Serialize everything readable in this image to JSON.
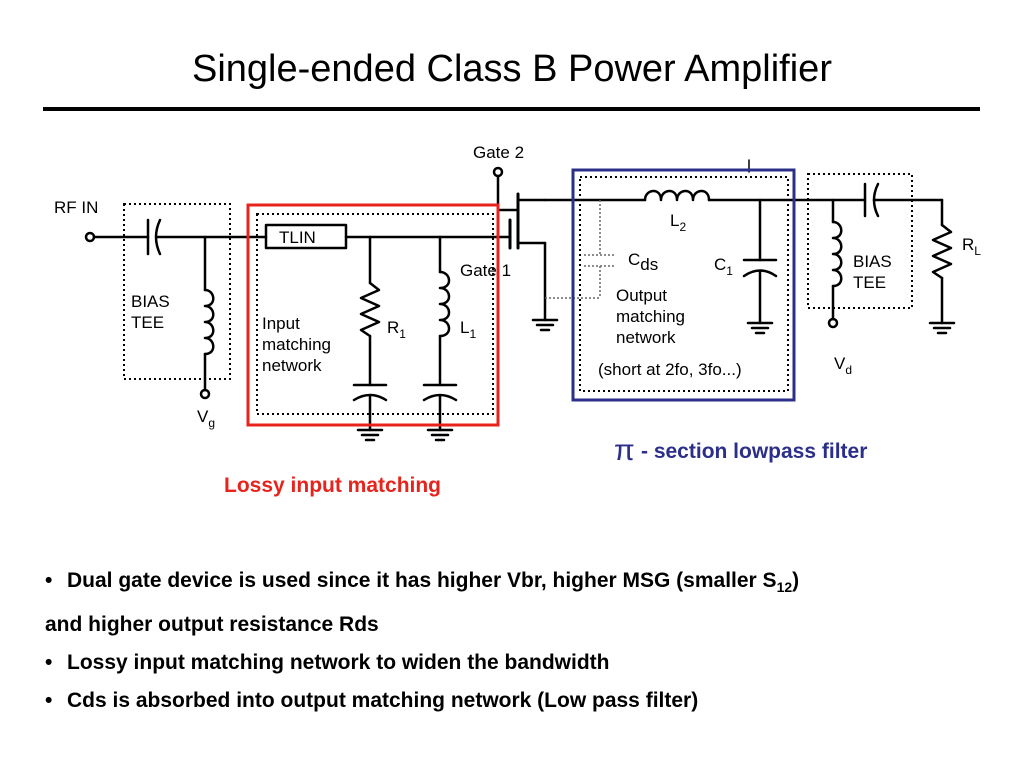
{
  "title": "Single-ended Class B Power Amplifier",
  "colors": {
    "input_box": "#e8231c",
    "output_box": "#2b2f8a",
    "caption_input": "#e8231c",
    "caption_output": "#2b2f8a"
  },
  "labels": {
    "rf_in": "RF IN",
    "gate2": "Gate 2",
    "gate1": "Gate 1",
    "tlin": "TLIN",
    "bias_tee_in_1": "BIAS",
    "bias_tee_in_2": "TEE",
    "bias_tee_out_1": "BIAS",
    "bias_tee_out_2": "TEE",
    "vg_main": "V",
    "vg_sub": "g",
    "vd_main": "V",
    "vd_sub": "d",
    "r1_main": "R",
    "r1_sub": "1",
    "l1_main": "L",
    "l1_sub": "1",
    "l2_main": "L",
    "l2_sub": "2",
    "c1_main": "C",
    "c1_sub": "1",
    "cds_main": "C",
    "cds_sub": "ds",
    "rl_main": "R",
    "rl_sub": "L",
    "input_net_1": "Input",
    "input_net_2": "matching",
    "input_net_3": "network",
    "output_net_1": "Output",
    "output_net_2": "matching",
    "output_net_3": "network",
    "output_net_4": "(short at 2fo, 3fo...)",
    "pi_symbol": "π",
    "pi_caption": " - section lowpass filter",
    "lossy_caption": "Lossy input matching"
  },
  "bullets": {
    "b1_pre": "Dual gate device is used since it has higher Vbr, higher MSG (smaller S",
    "b1_sub": "12",
    "b1_post": ")",
    "b1_cont": "and higher output resistance Rds",
    "b2": "Lossy input matching network to widen the bandwidth",
    "b3": "Cds is absorbed into output matching network (Low pass filter)",
    "bullet_char": "•"
  }
}
